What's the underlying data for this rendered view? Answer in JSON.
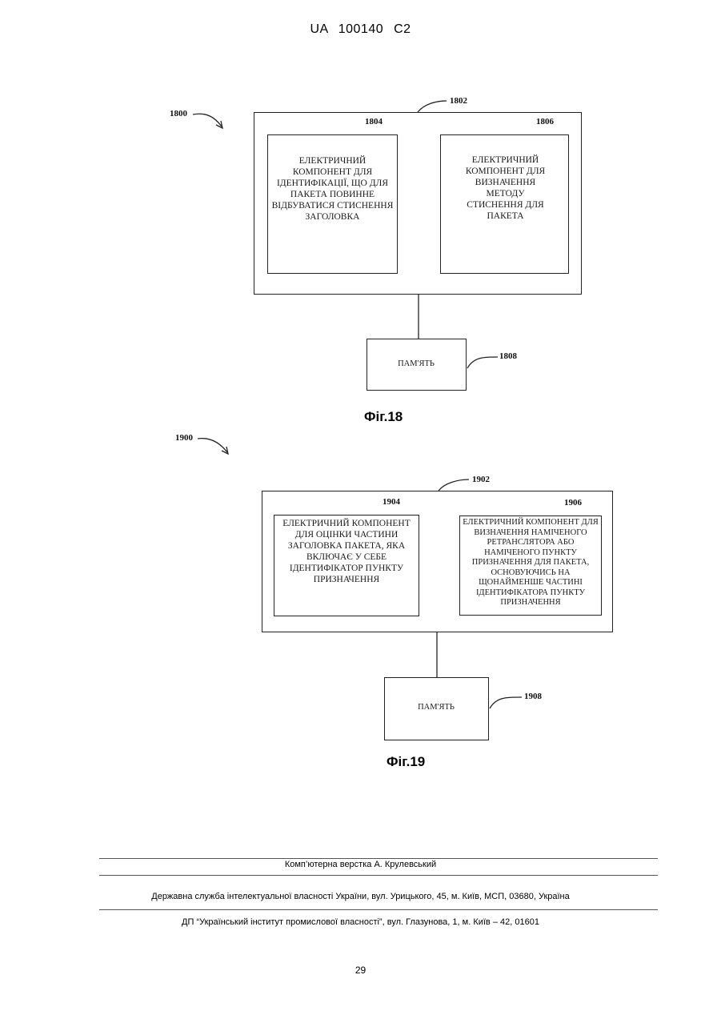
{
  "header": {
    "patent_number": "UA   100140   C2"
  },
  "fig18": {
    "caption": "Фіг.18",
    "ref_system": "1800",
    "ref_outer": "1802",
    "ref_left": "1804",
    "ref_right": "1806",
    "ref_memory": "1808",
    "left_box_text": "ЕЛЕКТРИЧНИЙ КОМПОНЕНТ ДЛЯ ІДЕНТИФІКАЦІЇ, ЩО ДЛЯ ПАКЕТА ПОВИННЕ ВІДБУВАТИСЯ СТИСНЕННЯ ЗАГОЛОВКА",
    "right_box_text": "ЕЛЕКТРИЧНИЙ КОМПОНЕНТ ДЛЯ ВИЗНАЧЕННЯ МЕТОДУ СТИСНЕННЯ ДЛЯ ПАКЕТА",
    "memory_text": "ПАМ'ЯТЬ"
  },
  "fig19": {
    "caption": "Фіг.19",
    "ref_system": "1900",
    "ref_outer": "1902",
    "ref_left": "1904",
    "ref_right": "1906",
    "ref_memory": "1908",
    "left_box_text": "ЕЛЕКТРИЧНИЙ КОМПОНЕНТ ДЛЯ ОЦІНКИ ЧАСТИНИ ЗАГОЛОВКА ПАКЕТА, ЯКА ВКЛЮЧАЄ У СЕБЕ ІДЕНТИФІКАТОР ПУНКТУ ПРИЗНАЧЕННЯ",
    "right_box_text": "ЕЛЕКТРИЧНИЙ КОМПОНЕНТ ДЛЯ ВИЗНАЧЕННЯ НАМІЧЕНОГО РЕТРАНСЛЯТОРА АБО НАМІЧЕНОГО ПУНКТУ ПРИЗНАЧЕННЯ ДЛЯ ПАКЕТА, ОСНОВУЮЧИСЬ НА ЩОНАЙМЕНШЕ ЧАСТИНІ ІДЕНТИФІКАТОРА ПУНКТУ ПРИЗНАЧЕННЯ",
    "memory_text": "ПАМ'ЯТЬ"
  },
  "footer": {
    "layout": "Комп’ютерна верстка А. Крулевський",
    "agency": "Державна служба інтелектуальної власності України, вул. Урицького, 45, м. Київ, МСП, 03680, Україна",
    "institute": "ДП “Український інститут промислової власності”, вул. Глазунова, 1, м. Київ – 42, 01601",
    "page_number": "29"
  }
}
